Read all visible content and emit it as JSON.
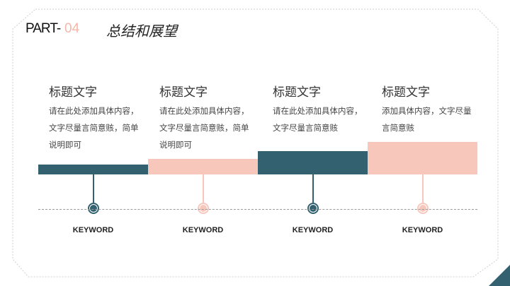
{
  "header": {
    "part_label": "PART-",
    "part_number": "04",
    "section_title": "总结和展望"
  },
  "colors": {
    "teal": "#336170",
    "pink": "#f7c7bc",
    "frame": "#cfcfcf"
  },
  "columns": [
    {
      "title": "标题文字",
      "description": "请在此处添加具体内容，文字尽量言简意赅，简单说明即可",
      "keyword": "KEYWORD",
      "bar_color": "teal",
      "level": 1
    },
    {
      "title": "标题文字",
      "description": "请在此处添加具体内容，文字尽量言简意赅，简单说明即可",
      "keyword": "KEYWORD",
      "bar_color": "pink",
      "level": 2
    },
    {
      "title": "标题文字",
      "description": "请在此处添加具体内容，文字尽量言简意赅",
      "keyword": "KEYWORD",
      "bar_color": "teal",
      "level": 3
    },
    {
      "title": "标题文字",
      "description": "添加具体内容，文字尽量言简意赅",
      "keyword": "KEYWORD",
      "bar_color": "pink",
      "level": 4
    }
  ]
}
